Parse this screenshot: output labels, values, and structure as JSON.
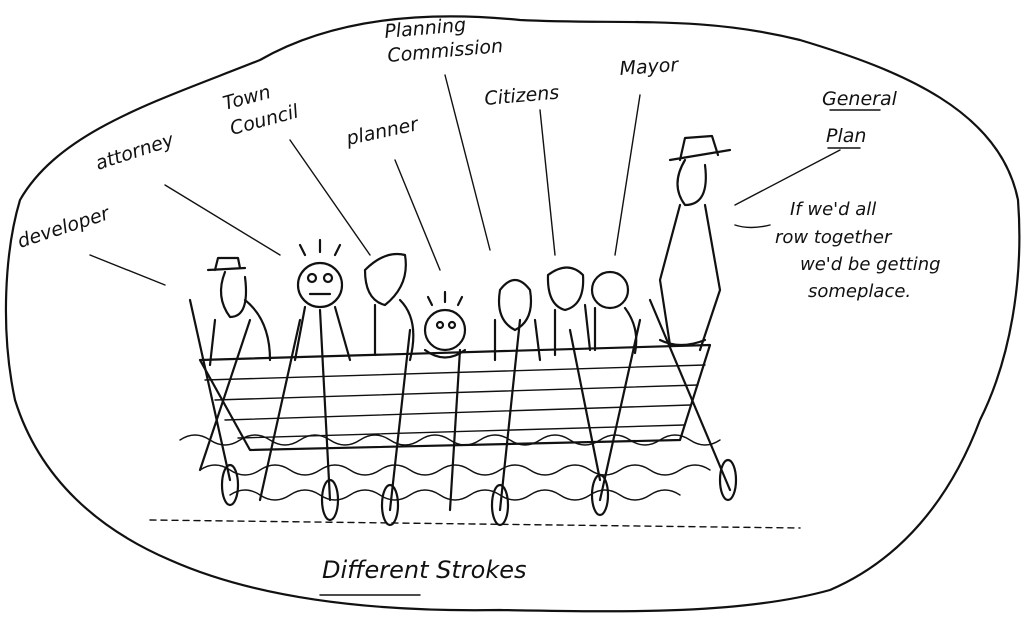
{
  "cartoon": {
    "labels": {
      "developer": "developer",
      "attorney": "attorney",
      "town_council_line1": "Town",
      "town_council_line2": "Council",
      "planner": "planner",
      "planning_commission_line1": "Planning",
      "planning_commission_line2": "Commission",
      "citizens": "Citizens",
      "mayor": "Mayor",
      "general_plan_line1": "General",
      "general_plan_line2": "Plan"
    },
    "quote": {
      "line1": "If we'd all",
      "line2": "row together",
      "line3": "we'd be getting",
      "line4": "someplace."
    },
    "caption": "Different Strokes"
  }
}
